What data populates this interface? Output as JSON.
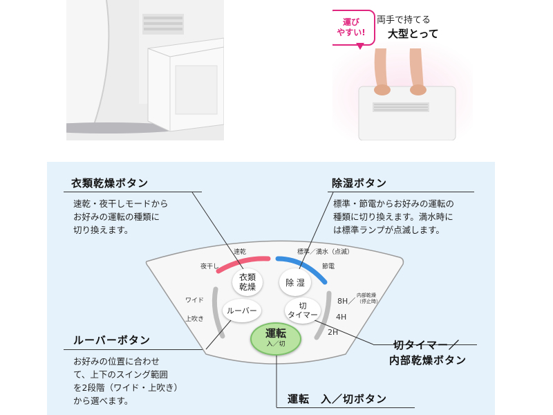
{
  "top_right": {
    "bubble": [
      "運び",
      "やすい!"
    ],
    "caption": [
      "両手で持てる",
      "大型とって"
    ]
  },
  "callouts": {
    "clothes": {
      "title": "衣類乾燥ボタン",
      "lines": [
        "速乾・夜干しモードから",
        "お好みの運転の種類に",
        "切り換えます。"
      ]
    },
    "dehumidify": {
      "title": "除湿ボタン",
      "lines": [
        "標準・節電からお好みの運転の",
        "種類に切り換えます。満水時に",
        "は標準ランプが点滅します。"
      ]
    },
    "louver": {
      "title": "ルーバーボタン",
      "lines": [
        "お好みの位置に合わせ",
        "て、上下のスイング範囲",
        "を2段階（ワイド・上吹き）",
        "から選べます。"
      ]
    },
    "timer": {
      "title_lines": [
        "切タイマー／",
        "内部乾燥ボタン"
      ]
    },
    "power": {
      "title": "運転　入／切ボタン"
    }
  },
  "panel": {
    "labels": {
      "sokkan": "速乾",
      "yoboshi": "夜干し",
      "hyojun": "標準／満水（点滅）",
      "setsuden": "節電",
      "wide": "ワイド",
      "uebuki": "上吹き",
      "h8": "8H／",
      "internal_dry": [
        "内部乾燥",
        "（停止時）"
      ],
      "h4": "4H",
      "h2": "2H"
    },
    "buttons": {
      "clothes": [
        "衣類",
        "乾燥"
      ],
      "dehumidify": "除 湿",
      "louver": "ルーバー",
      "timer": [
        "切",
        "タイマー"
      ],
      "power": [
        "運転",
        "入／切"
      ]
    }
  },
  "colors": {
    "pink_led": "#f0607a",
    "blue_led": "#3a8ee0",
    "gray_led": "#bdbdbd",
    "power_green": "#b8e3a0",
    "panel_bg": "#e6f2fb",
    "bubble_pink": "#e0257f"
  }
}
